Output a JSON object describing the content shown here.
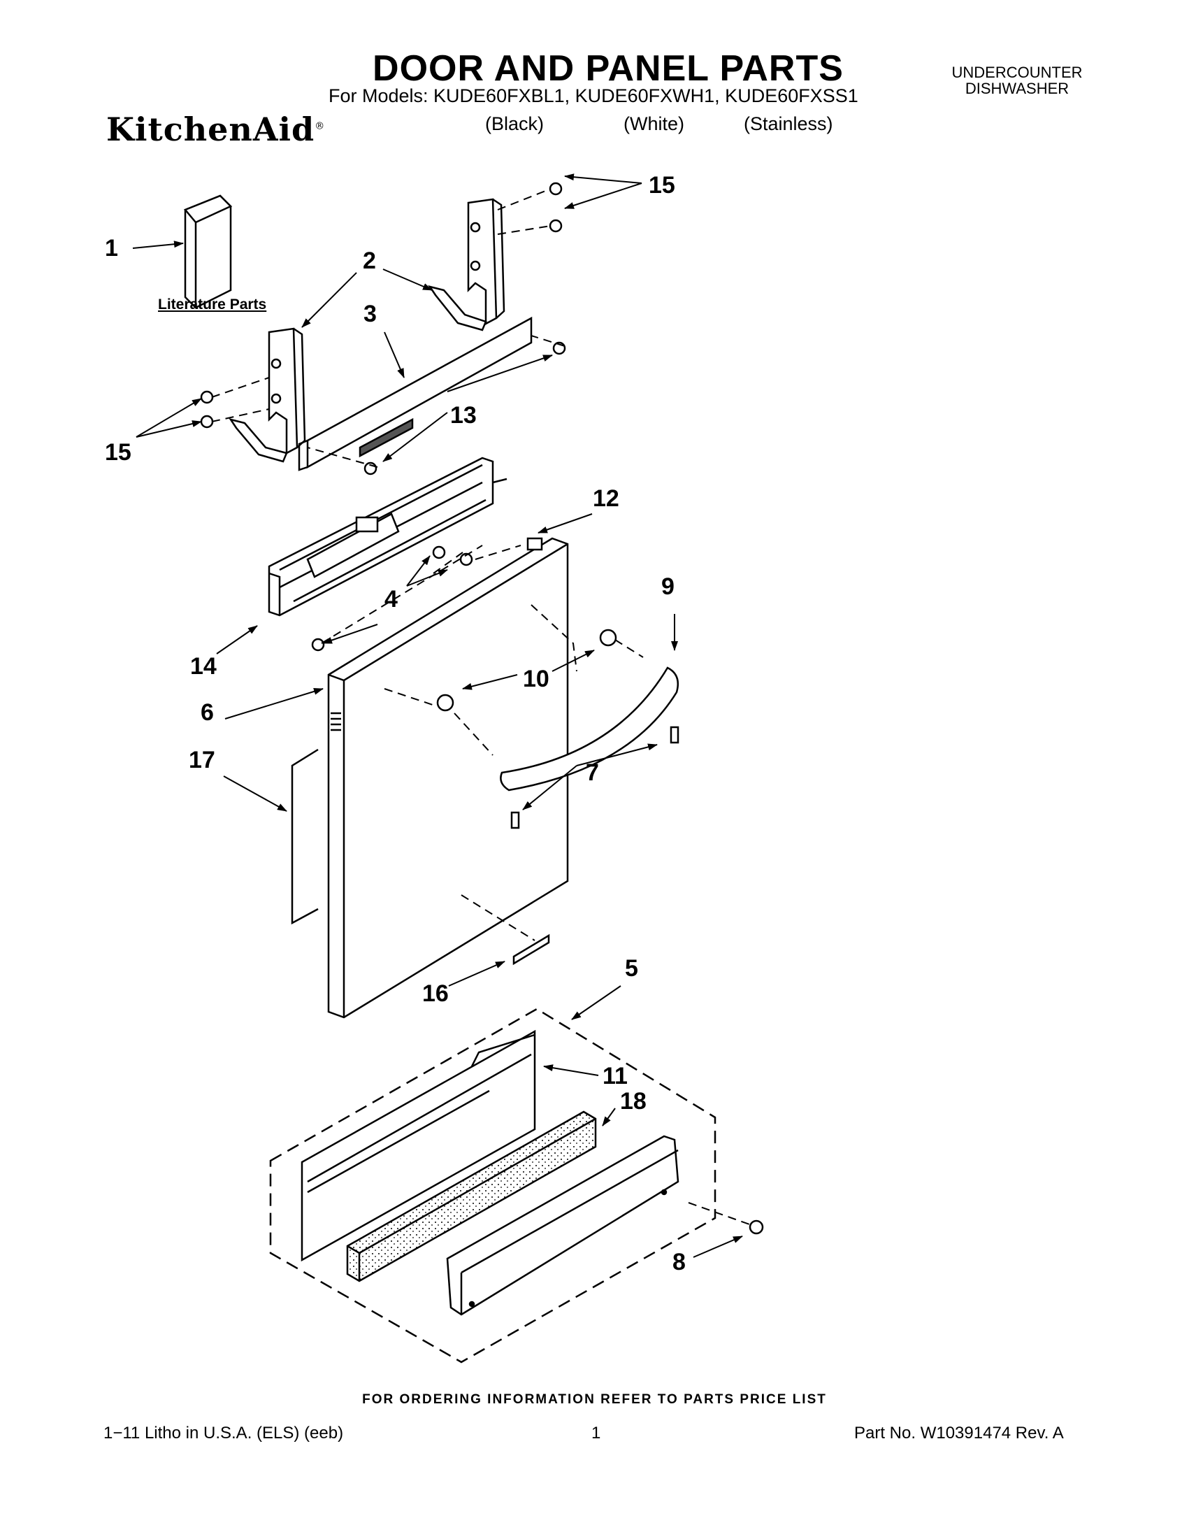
{
  "header": {
    "title": "DOOR AND PANEL PARTS",
    "models": "For Models: KUDE60FXBL1, KUDE60FXWH1, KUDE60FXSS1",
    "variants": [
      "(Black)",
      "(White)",
      "(Stainless)"
    ],
    "category_line1": "UNDERCOUNTER",
    "category_line2": "DISHWASHER",
    "brand": "KitchenAid"
  },
  "diagram": {
    "literature_label": "Literature Parts",
    "callouts": [
      "1",
      "2",
      "3",
      "15",
      "13",
      "15",
      "12",
      "4",
      "9",
      "14",
      "10",
      "6",
      "7",
      "17",
      "16",
      "5",
      "11",
      "18",
      "8"
    ]
  },
  "footer": {
    "ordering": "FOR ORDERING INFORMATION REFER TO PARTS PRICE LIST",
    "litho": "1−11 Litho in U.S.A. (ELS) (eeb)",
    "page": "1",
    "part_no": "Part No. W10391474 Rev. A"
  }
}
